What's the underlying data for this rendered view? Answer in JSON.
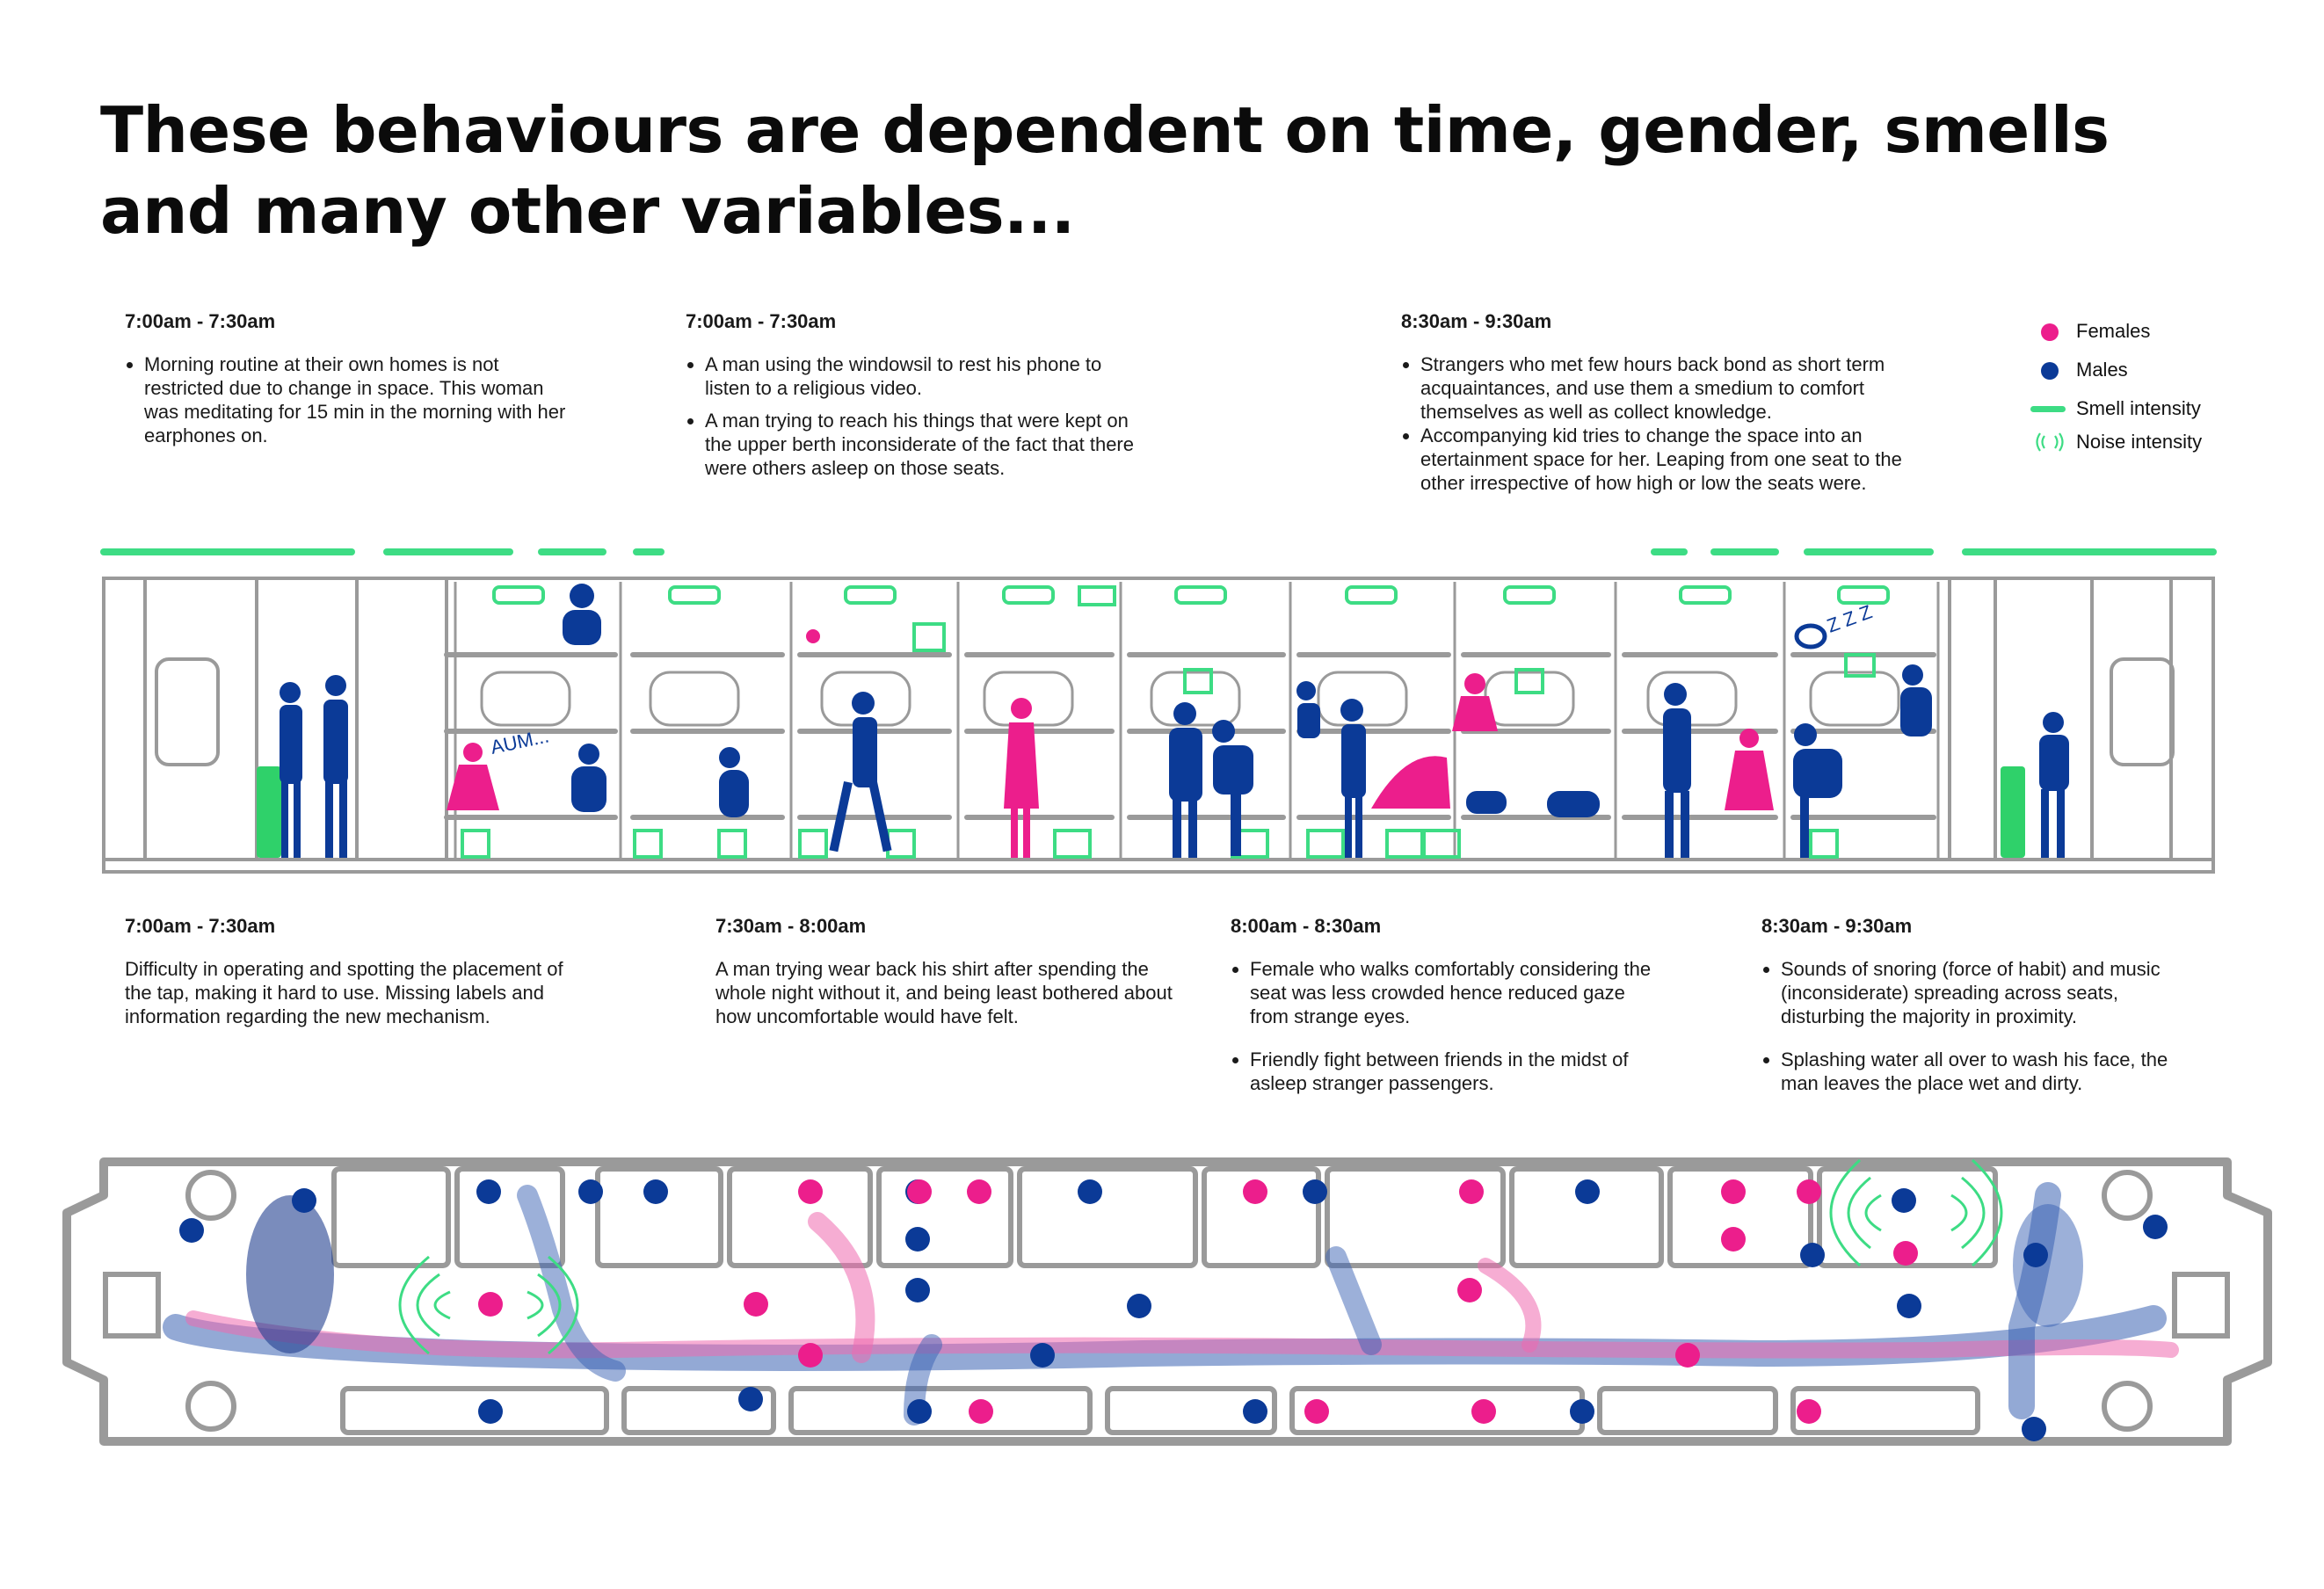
{
  "headline": "These behaviours are dependent on time, gender, smells and many other variables...",
  "colors": {
    "female": "#ec1e8c",
    "male": "#0b3a97",
    "smell": "#3ddc84",
    "sketch": "#9a9a9a",
    "path_male": "#3a62b3",
    "path_female": "#ef6aae"
  },
  "top_notes": [
    {
      "time": "7:00am - 7:30am",
      "bullets": [
        "Morning routine at their own homes is not restricted due to change in space. This woman was meditating for 15 min in the morning with her earphones on."
      ]
    },
    {
      "time": "7:00am - 7:30am",
      "bullets": [
        "A man using the windowsil to rest his phone to listen to a religious video.",
        "A man trying to reach his things that were kept on the upper berth inconsiderate of the fact that there were others asleep on those seats."
      ]
    },
    {
      "time": "8:30am - 9:30am",
      "bullets": [
        "Strangers who met few hours back bond as short term acquaintances, and use them a smedium to comfort themselves as well as collect knowledge.",
        "Accompanying kid tries to change the space into an etertainment space for her. Leaping from one seat to the other irrespective of how high or low the seats were."
      ]
    }
  ],
  "bottom_notes": [
    {
      "time": "7:00am - 7:30am",
      "text": "Difficulty in operating and spotting the placement of the tap, making it hard to use. Missing labels and information regarding the new mechanism."
    },
    {
      "time": "7:30am - 8:00am",
      "text": "A man trying wear back his shirt after spending the whole night without it, and being least bothered about how uncomfortable would have felt."
    },
    {
      "time": "8:00am - 8:30am",
      "bullets": [
        "Female who walks comfortably considering the seat was less crowded hence reduced gaze from strange eyes.",
        "Friendly fight between friends in the midst of asleep stranger passengers."
      ]
    },
    {
      "time": "8:30am - 9:30am",
      "bullets": [
        "Sounds of snoring (force of habit) and music (inconsiderate) spreading across seats, disturbing the majority in proximity.",
        "Splashing water all over to wash his face, the man leaves the place wet and dirty."
      ]
    }
  ],
  "legend": {
    "females": "Females",
    "males": "Males",
    "smell": "Smell intensity",
    "noise": "Noise intensity"
  },
  "sketch_labels": {
    "aum": "AUM...",
    "zzz": "Z Z Z"
  }
}
